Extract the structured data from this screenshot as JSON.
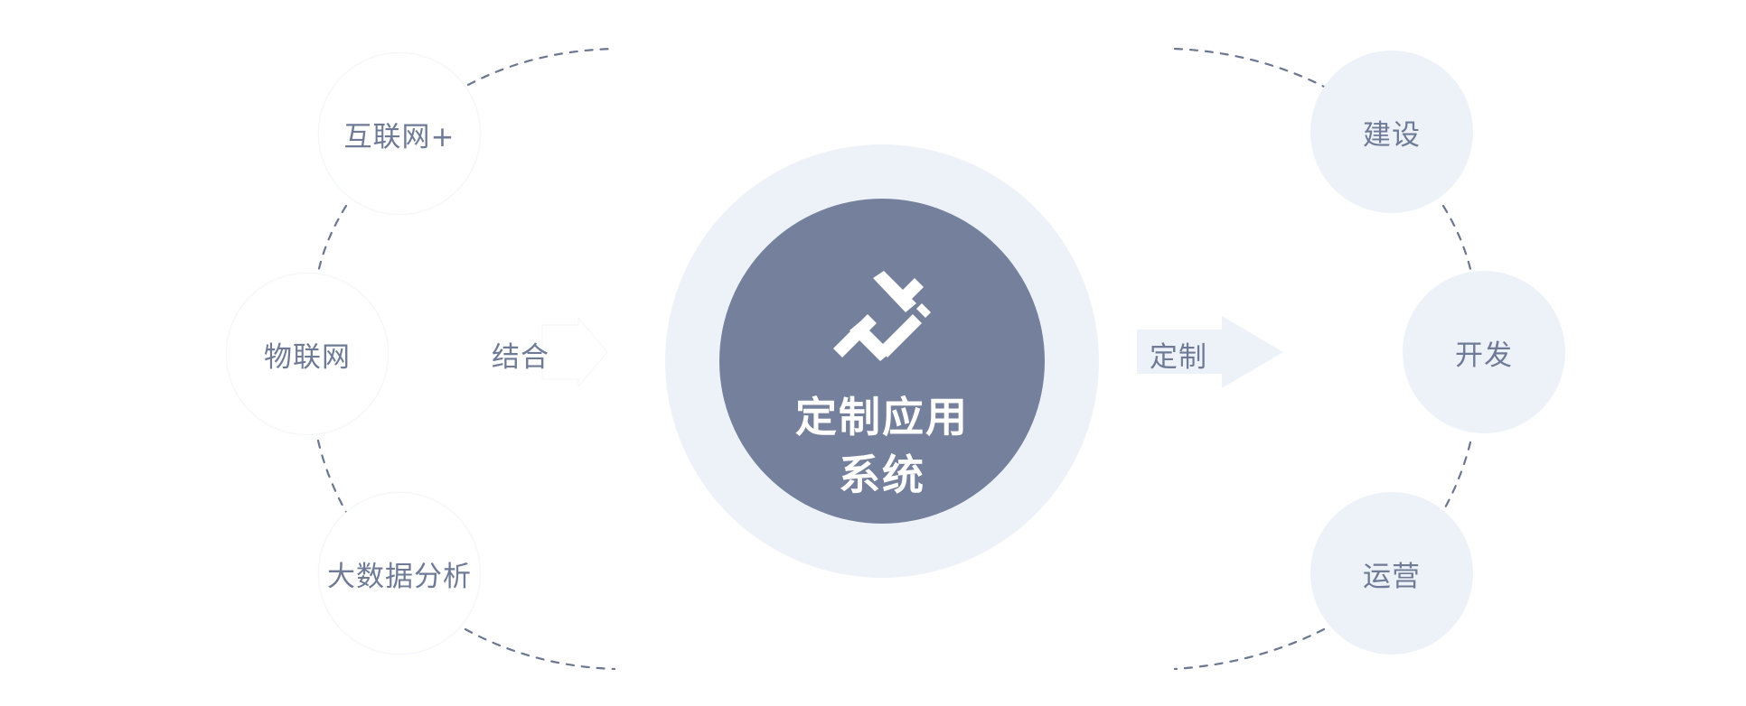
{
  "left_nodes": [
    {
      "label": "互联网+"
    },
    {
      "label": "物联网"
    },
    {
      "label": "大数据分析"
    }
  ],
  "combine_label": "结合",
  "hub": {
    "title_line1": "定制应用",
    "title_line2": "系统",
    "logo_icon": "runner-icon"
  },
  "customize_label": "定制",
  "right_nodes": [
    {
      "label": "建设"
    },
    {
      "label": "开发"
    },
    {
      "label": "运营"
    }
  ],
  "colors": {
    "hub_dark": "#75819c",
    "hub_light": "#edf2f9",
    "text": "#6e7a96",
    "dash": "#6b7690"
  }
}
